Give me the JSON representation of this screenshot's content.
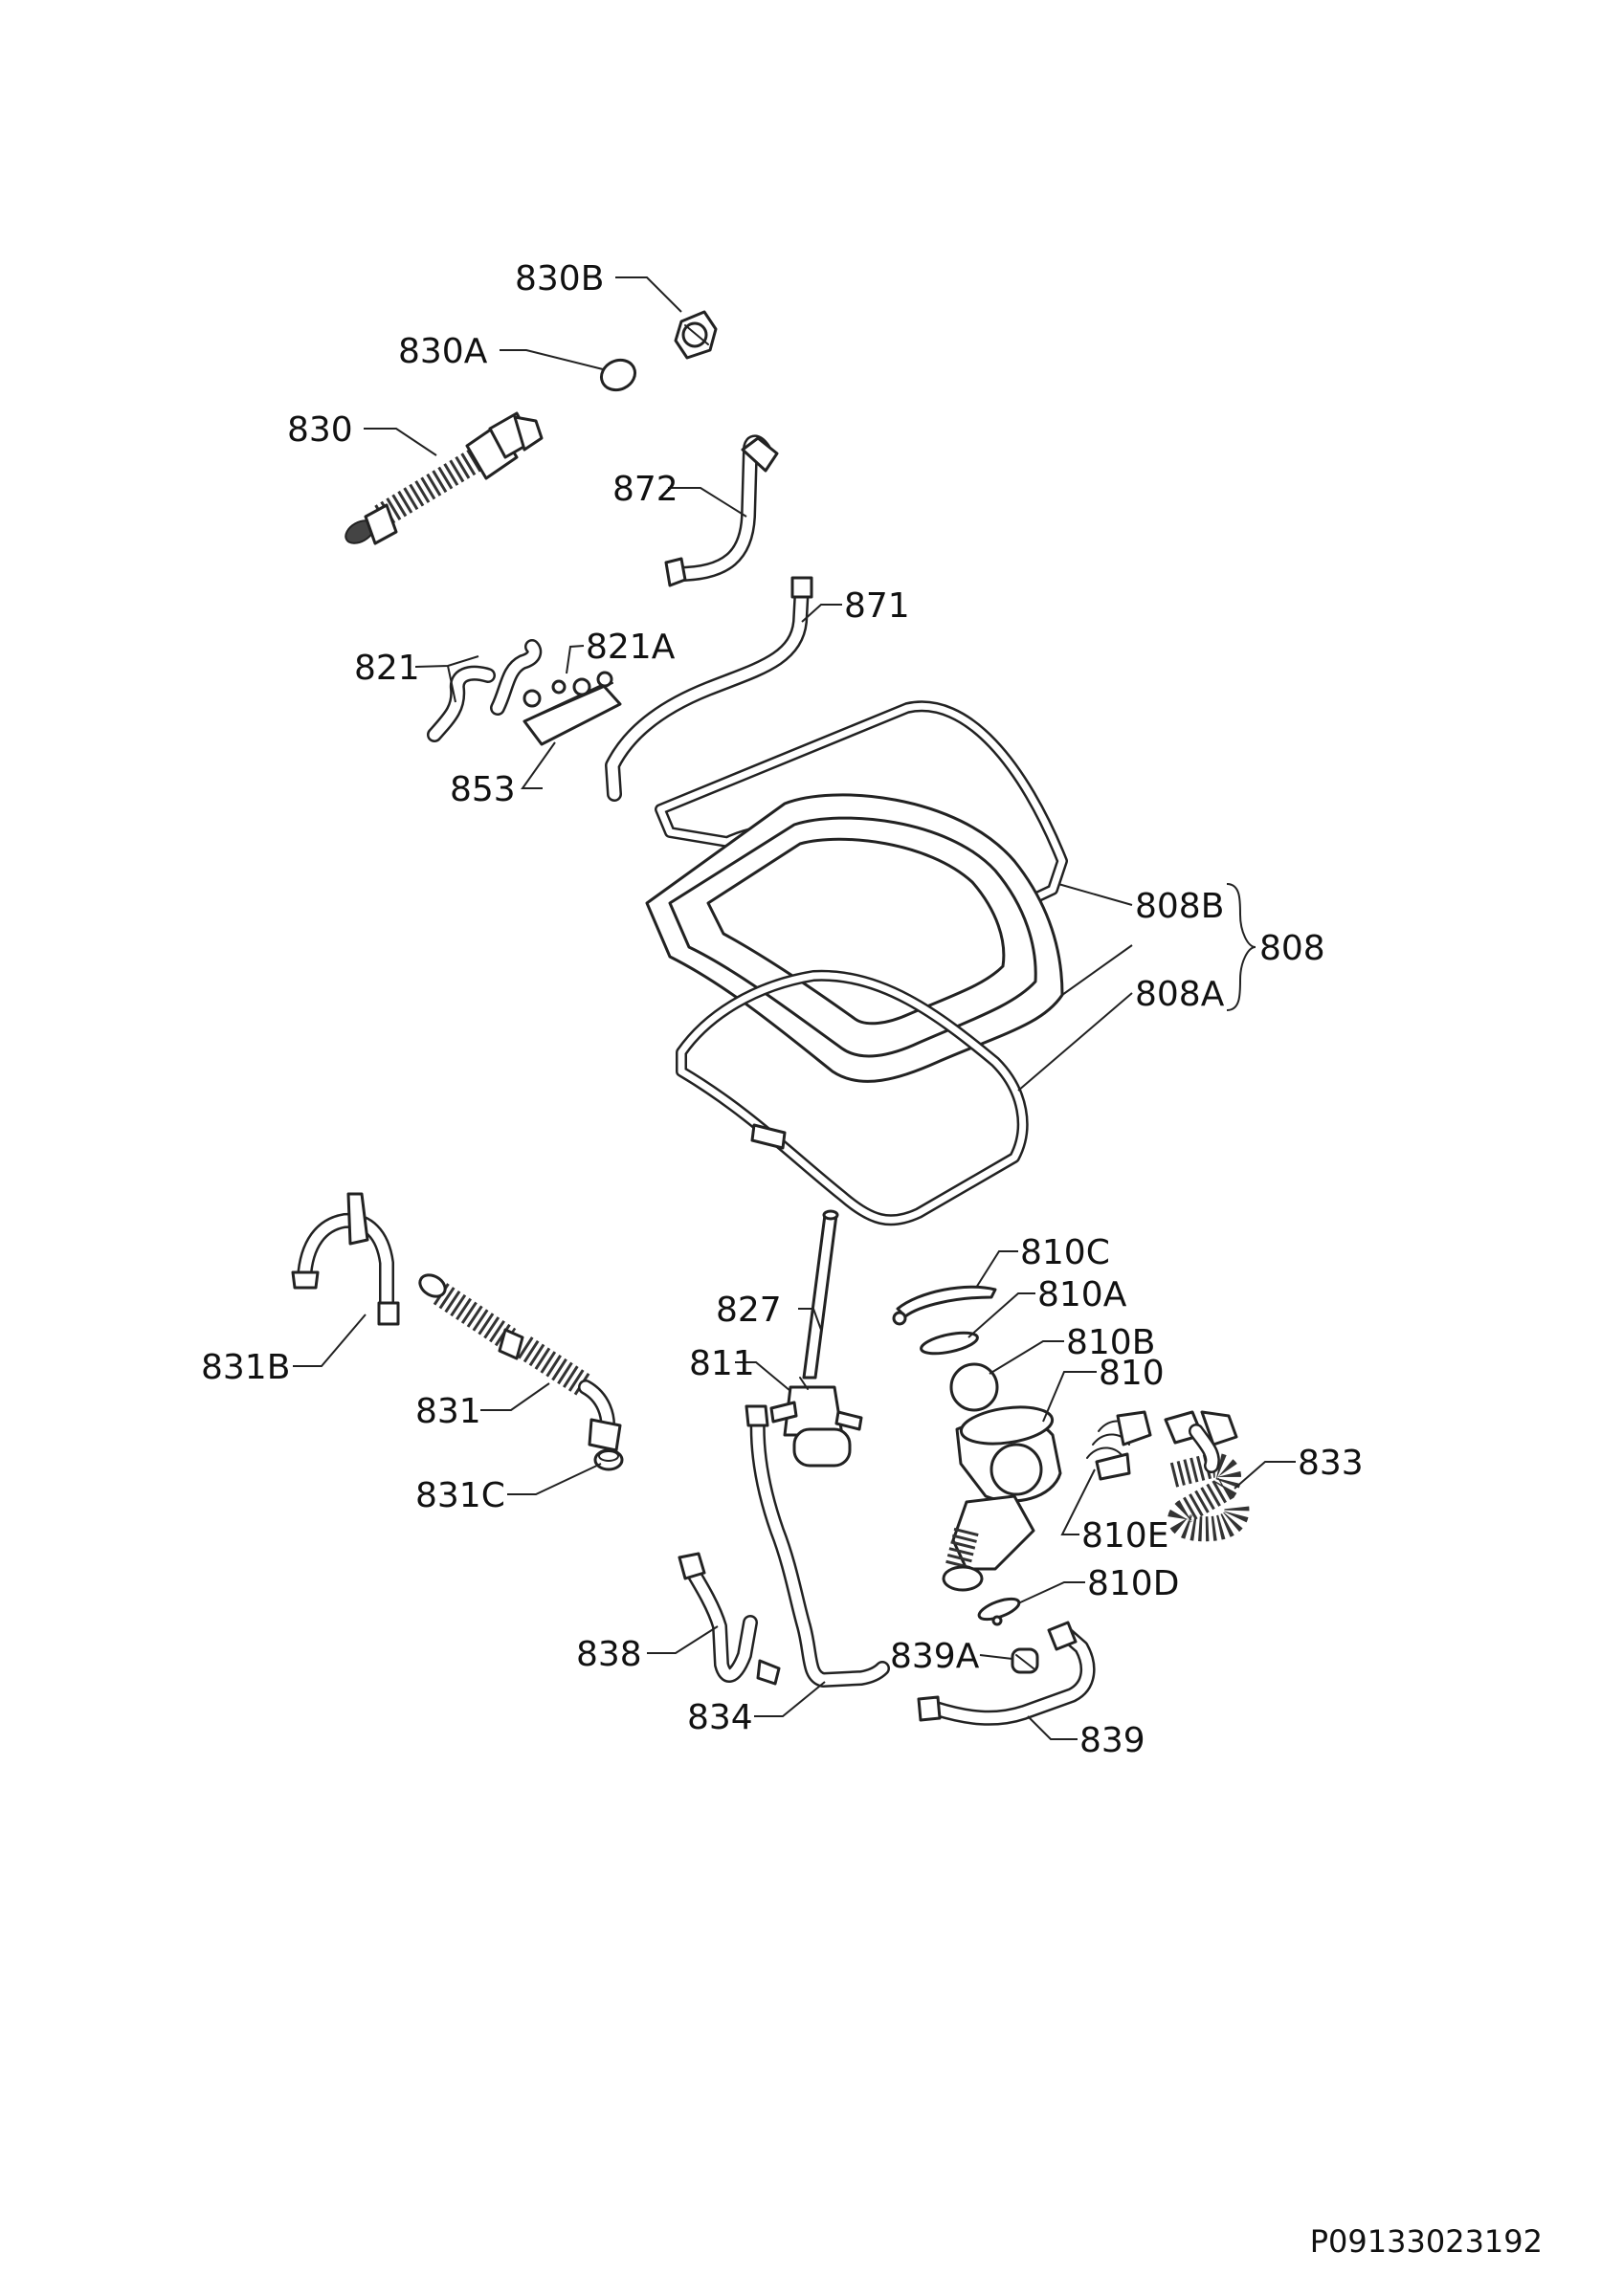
{
  "diagram": {
    "labels": {
      "830B": "830B",
      "830A": "830A",
      "830": "830",
      "872": "872",
      "871": "871",
      "821": "821",
      "821A": "821A",
      "853": "853",
      "808B": "808B",
      "808": "808",
      "808A": "808A",
      "810C": "810C",
      "810A": "810A",
      "810B": "810B",
      "810": "810",
      "827": "827",
      "811": "811",
      "831B": "831B",
      "831": "831",
      "831C": "831C",
      "833": "833",
      "810E": "810E",
      "810D": "810D",
      "838": "838",
      "839A": "839A",
      "834": "834",
      "839": "839"
    },
    "drawing_code": "P09133023192"
  }
}
